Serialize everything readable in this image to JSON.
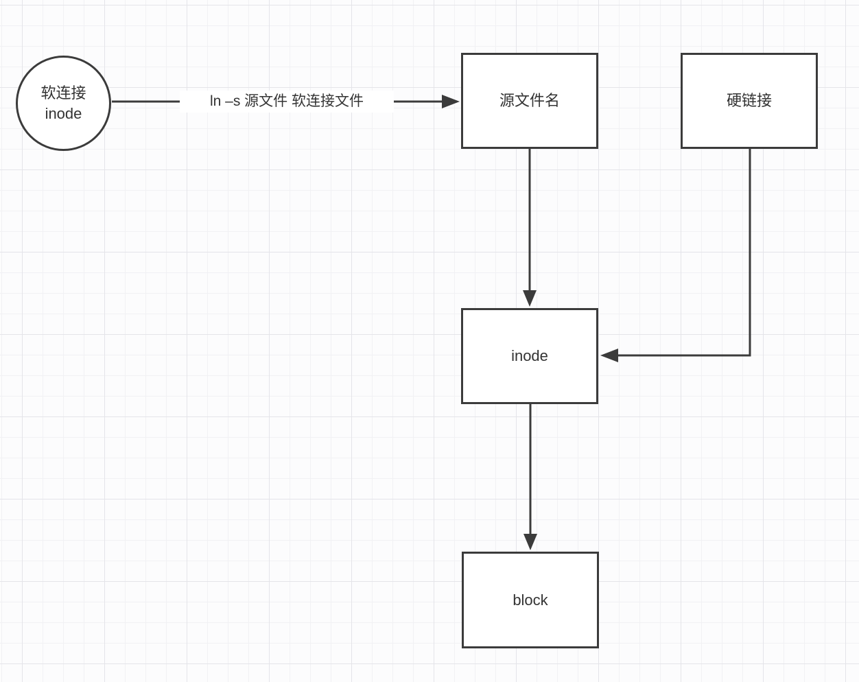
{
  "diagram": {
    "title": "soft-link and hard-link inode diagram",
    "colors": {
      "stroke": "#3b3b3b",
      "text": "#333333",
      "canvas_background": "#fcfcfd",
      "grid_minor": "#f1f1f4",
      "grid_major": "#e4e4e9",
      "node_fill": "#ffffff"
    },
    "nodes": {
      "soft_link": {
        "shape": "circle",
        "label_line1": "软连接",
        "label_line2": "inode"
      },
      "source_file": {
        "shape": "rectangle",
        "label": "源文件名"
      },
      "hard_link": {
        "shape": "rectangle",
        "label": "硬链接"
      },
      "inode": {
        "shape": "rectangle",
        "label": "inode"
      },
      "block": {
        "shape": "rectangle",
        "label": "block"
      }
    },
    "edges": {
      "soft_link_to_source_file": {
        "from": "soft_link",
        "to": "source_file",
        "label": "ln –s 源文件 软连接文件"
      },
      "source_file_to_inode": {
        "from": "source_file",
        "to": "inode"
      },
      "hard_link_to_inode": {
        "from": "hard_link",
        "to": "inode"
      },
      "inode_to_block": {
        "from": "inode",
        "to": "block"
      }
    }
  }
}
